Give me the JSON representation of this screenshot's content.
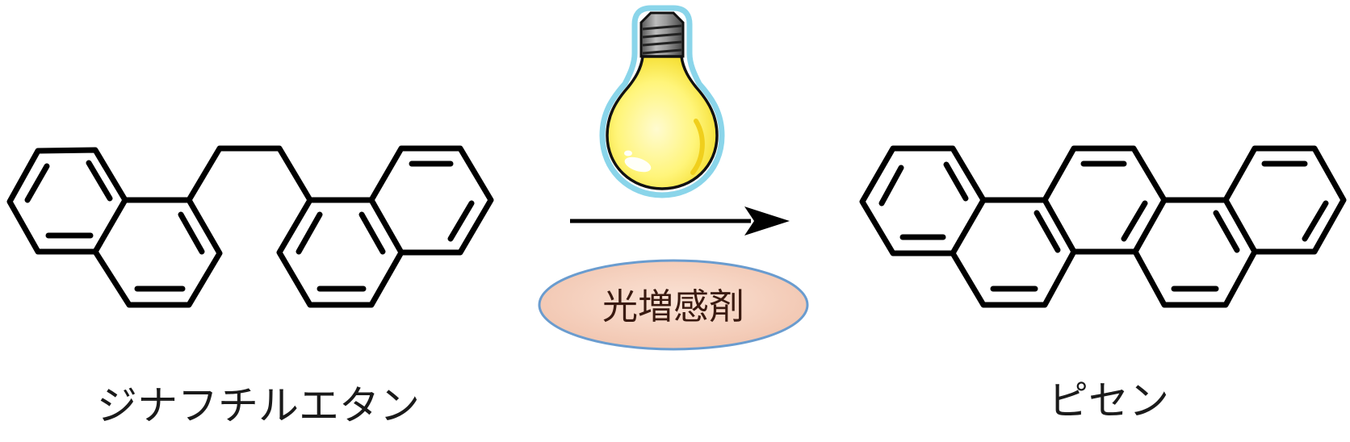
{
  "reactant": {
    "name": "ジナフチルエタン"
  },
  "product": {
    "name": "ピセン"
  },
  "reaction": {
    "condition_label": "光増感剤",
    "light_source_icon": "light-bulb-icon"
  },
  "colors": {
    "bond": "#000000",
    "bulb_glass": "#fff79a",
    "bulb_outline": "#7ccfe6",
    "badge_fill": "#f5d0bd",
    "badge_border": "#6a9ccf"
  }
}
